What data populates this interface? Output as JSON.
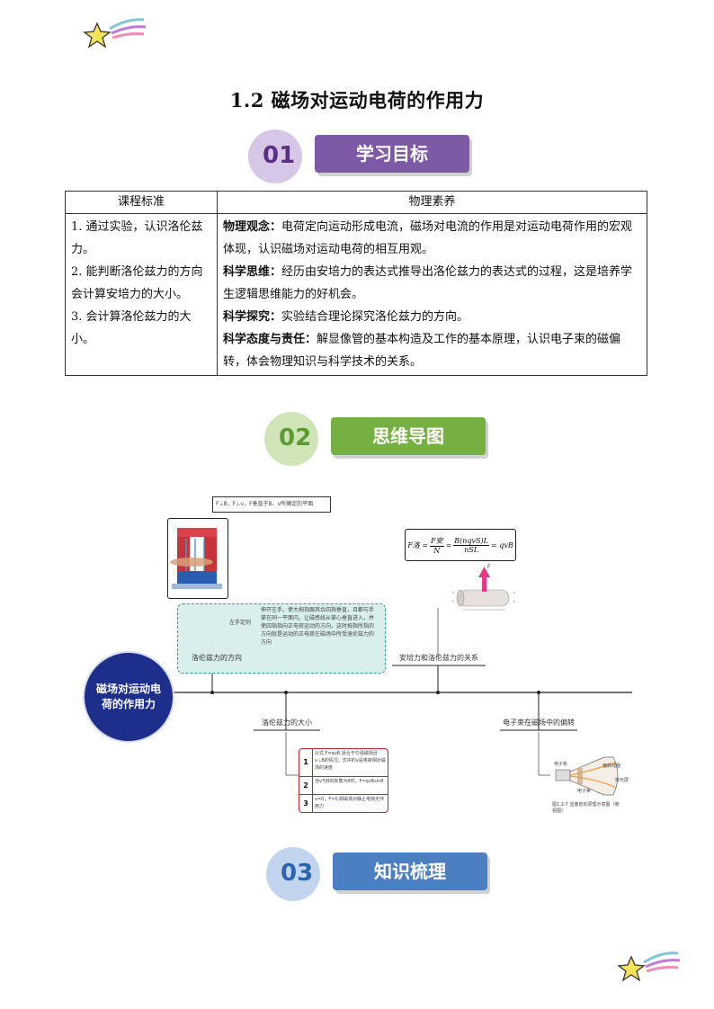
{
  "document": {
    "title": "1.2 磁场对运动电荷的作用力"
  },
  "sections": [
    {
      "number": "01",
      "label": "学习目标",
      "number_color": "#5b2f86",
      "label_color": "#7d5aa6",
      "circle_color": "#d6c7e6"
    },
    {
      "number": "02",
      "label": "思维导图",
      "number_color": "#5c9b32",
      "label_color": "#76b043",
      "circle_color": "#cfe5b7"
    },
    {
      "number": "03",
      "label": "知识梳理",
      "number_color": "#2c64ad",
      "label_color": "#4c7fc1",
      "circle_color": "#c3d5ee"
    }
  ],
  "goals_table": {
    "headers": [
      "课程标准",
      "物理素养"
    ],
    "standards": [
      "1. 通过实验，认识洛伦兹力。",
      "2. 能判断洛伦兹力的方向会计算安培力的大小。",
      "3. 会计算洛伦兹力的大小。"
    ],
    "literacy": [
      {
        "term": "物理观念：",
        "text": "电荷定向运动形成电流，磁场对电流的作用是对运动电荷作用的宏观体现，认识磁场对运动电荷的相互用观。"
      },
      {
        "term": "科学思维：",
        "text": "经历由安培力的表达式推导出洛伦兹力的表达式的过程，这是培养学生逻辑思维能力的好机会。"
      },
      {
        "term": "科学探究：",
        "text": "实验结合理论探究洛伦兹力的方向。"
      },
      {
        "term": "科学态度与责任：",
        "text": "解显像管的基本构造及工作的基本原理，认识电子束的磁偏转，体会物理知识与科学技术的关系。"
      }
    ]
  },
  "mind_map": {
    "center": "磁场对运动电荷的作用力",
    "branches": {
      "direction": "洛伦兹力的方向",
      "relation": "安培力和洛伦兹力的关系",
      "magnitude": "洛伦兹力的大小",
      "deflection": "电子束在磁场中的偏转"
    },
    "left_hand_rule_label": "左手定则",
    "left_hand_rule_text": "伸开左手，使大拇指跟其余四指垂直，且都与手掌在同一平面内，让磁感线从掌心垂直进入，并使四指指向正电荷运动的方向，这时拇指所指的方向就是运动的正电荷在磁场中所受洛伦兹力的方向",
    "top_note": "F⊥B，F⊥v，F垂直于B、v所确定的平面",
    "formula_parts": {
      "lhs": "F洛 = ",
      "frac1_num": "F安",
      "frac1_den": "N",
      "frac2_num": "B(nqvS)L",
      "frac2_den": "nSL",
      "rhs": "= qvB"
    },
    "force_label": "F",
    "magnitude_items": [
      {
        "num": "1",
        "text": "公式 F=qvB 适合于匀强磁场且v⊥B的情况，式中的v是电荷相对磁场的速度"
      },
      {
        "num": "2",
        "text": "当v与B的夹角为θ时，F=qvBsinθ"
      },
      {
        "num": "3",
        "text": "v=0，F=0,即磁场对静止电荷无作用力"
      }
    ],
    "tube_labels": [
      "电子枪",
      "偏转线圈",
      "荧光屏",
      "电子束"
    ],
    "tube_caption": "图1.2-7  显像管的原理示意图（俯视图）"
  },
  "colors": {
    "hub": "#1d2f8a",
    "dashed_box_fill": "#d9efee",
    "dashed_box_border": "#3a9c96",
    "red_list": "#c0282e",
    "arrow_pink": "#e33b83"
  }
}
